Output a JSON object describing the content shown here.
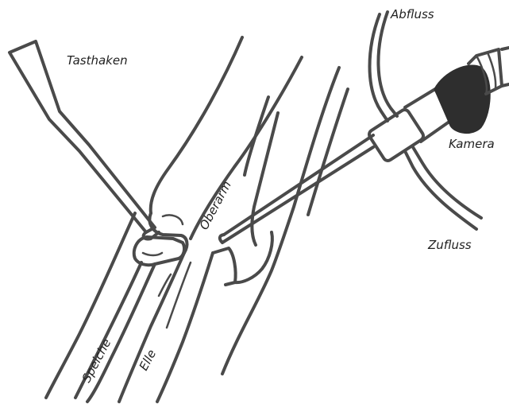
{
  "labels": {
    "tasthaken": "Tasthaken",
    "oberarm": "Oberarm",
    "abfluss": "Abfluss",
    "kamera": "Kamera",
    "zufluss": "Zufluss",
    "speiche": "Speiche",
    "elle": "Elle"
  },
  "colors": {
    "line": "#4a4a4a",
    "camera_grip": "#2e2e2e",
    "text": "#222222",
    "background": "#ffffff"
  }
}
